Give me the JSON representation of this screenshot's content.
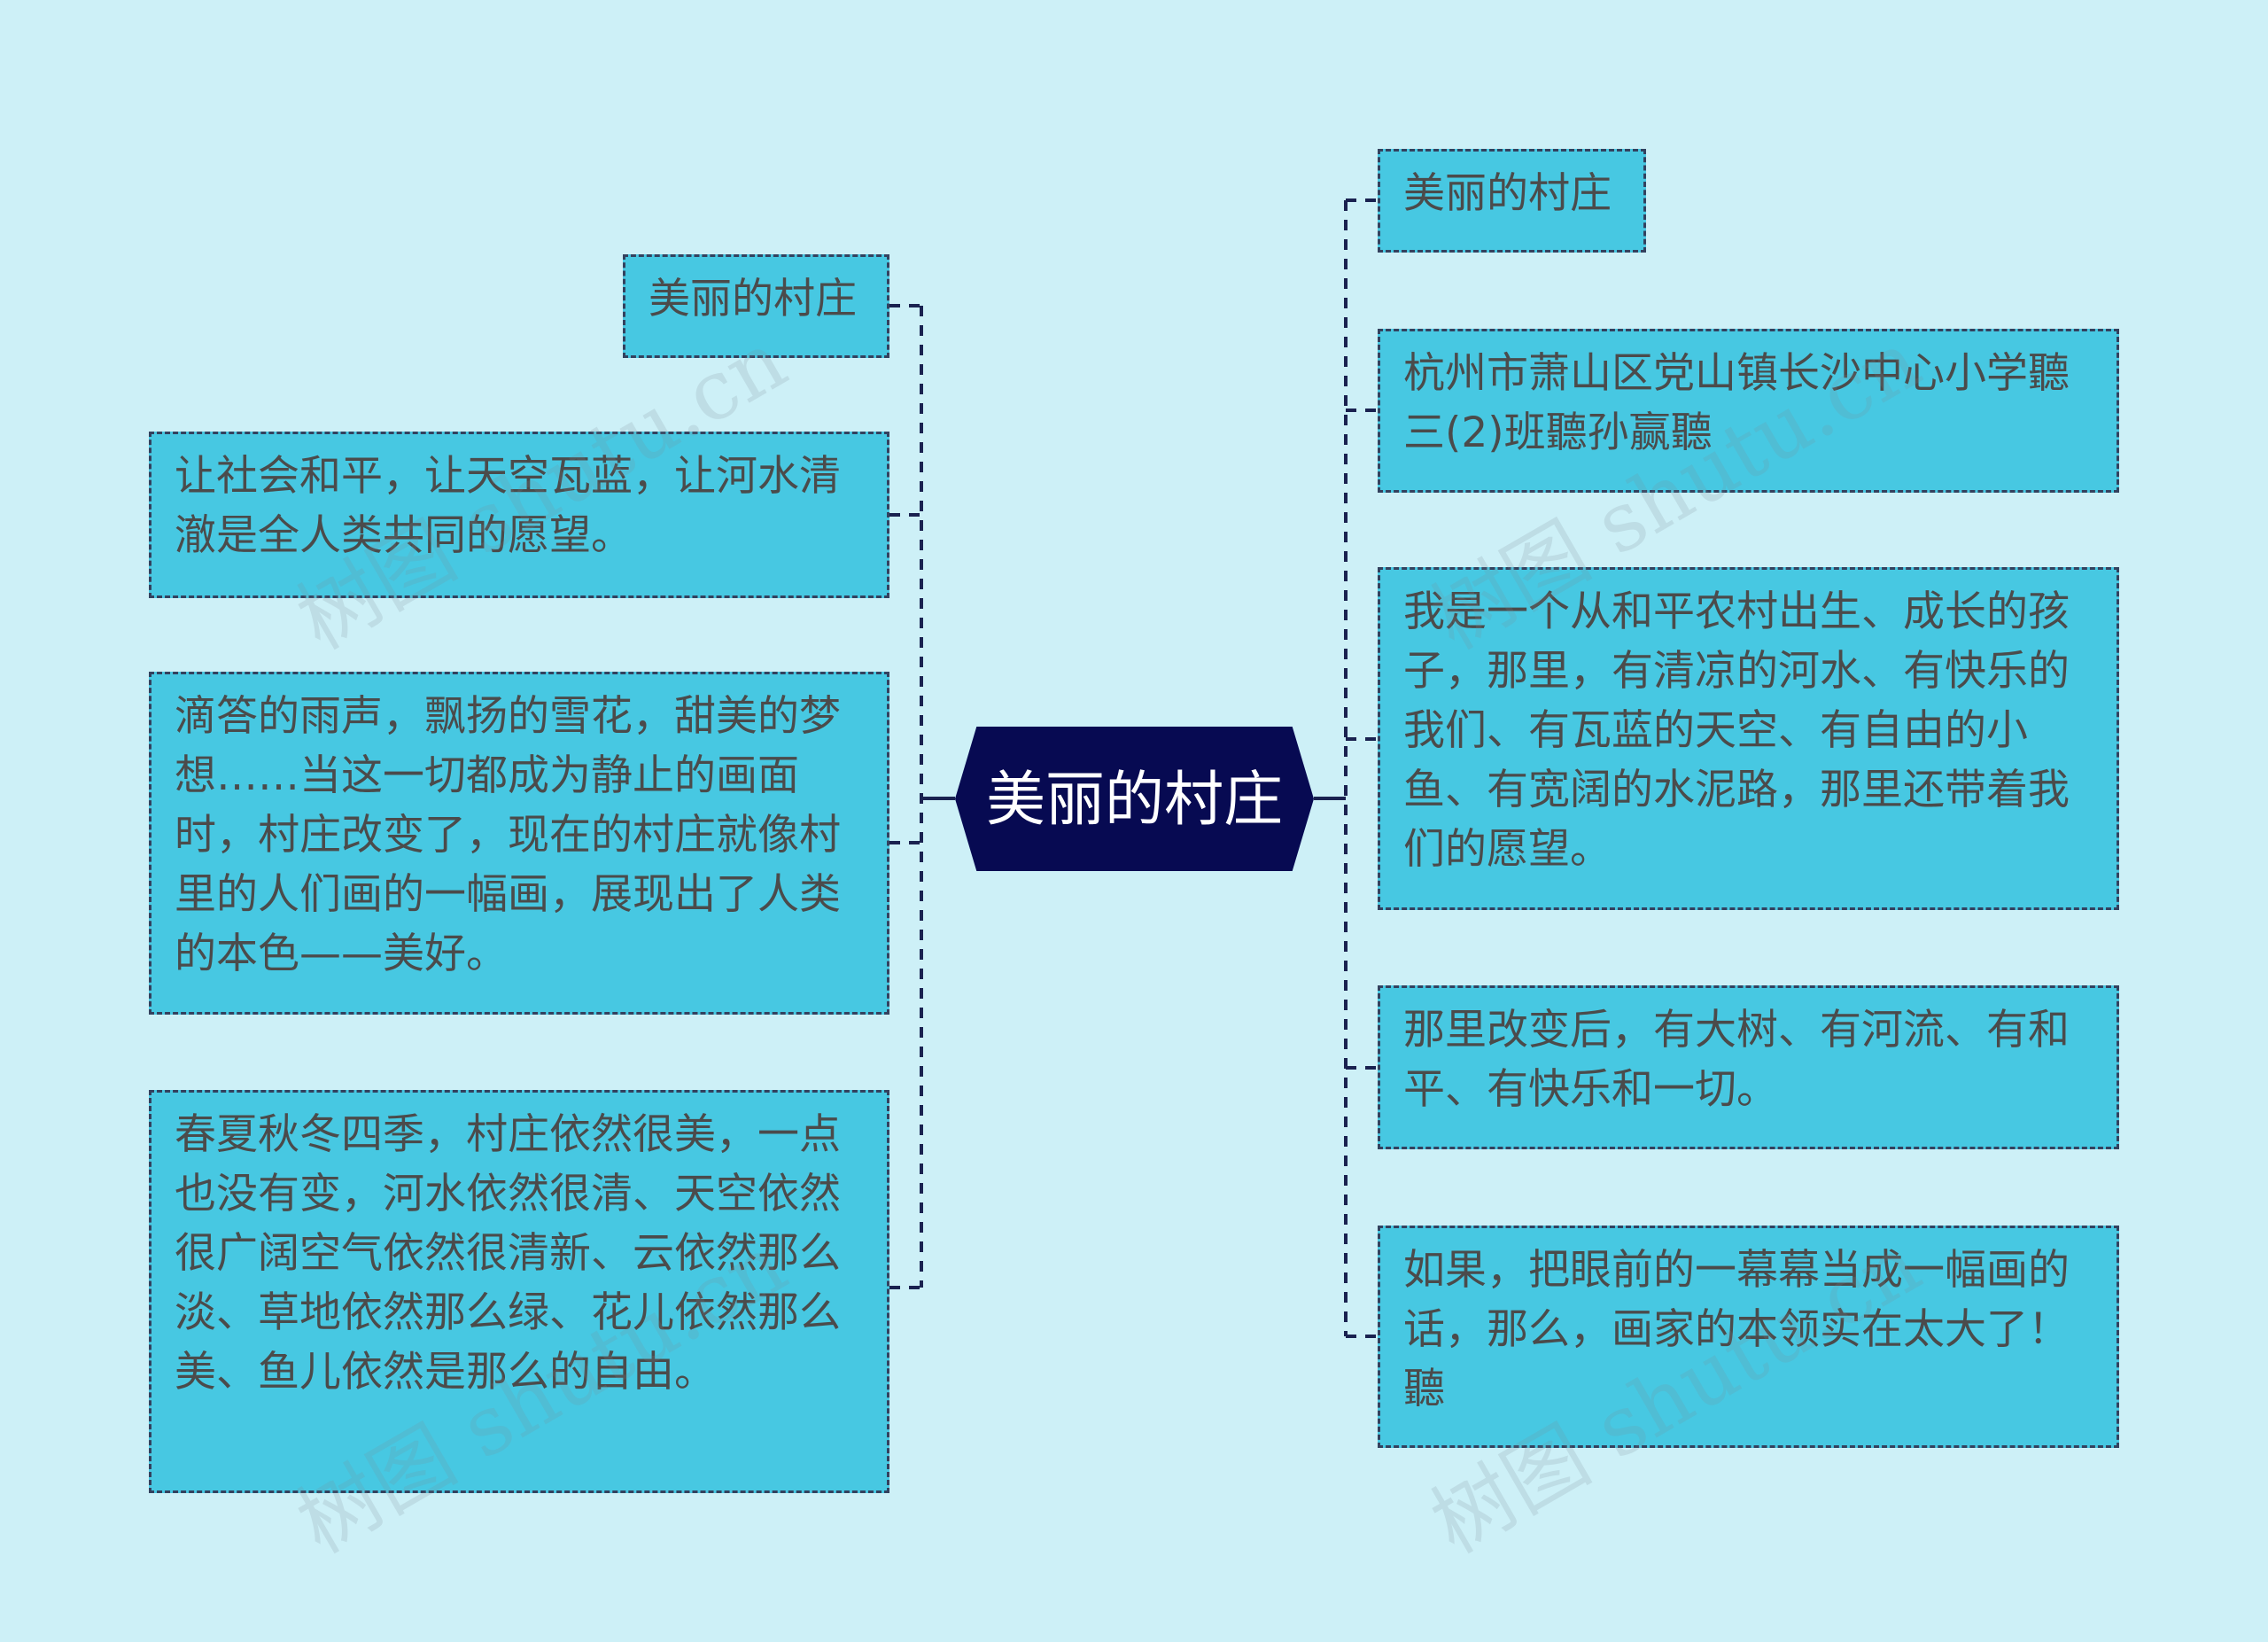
{
  "central": {
    "label": "美丽的村庄"
  },
  "left_nodes": [
    {
      "text": "美丽的村庄"
    },
    {
      "text": "让社会和平，让天空瓦蓝，让河水清澈是全人类共同的愿望。"
    },
    {
      "text": "滴答的雨声，飘扬的雪花，甜美的梦想……当这一切都成为静止的画面时，村庄改变了，现在的村庄就像村里的人们画的一幅画，展现出了人类的本色——美好。"
    },
    {
      "text": "春夏秋冬四季，村庄依然很美，一点也没有变，河水依然很清、天空依然很广阔空气依然很清新、云依然那么淡、草地依然那么绿、花儿依然那么美、鱼儿依然是那么的自由。"
    }
  ],
  "right_nodes": [
    {
      "text": "美丽的村庄"
    },
    {
      "text": "杭州市萧山区党山镇长沙中心小学聽三(2)班聽孙赢聽"
    },
    {
      "text": "我是一个从和平农村出生、成长的孩子，那里，有清凉的河水、有快乐的我们、有瓦蓝的天空、有自由的小鱼、有宽阔的水泥路，那里还带着我们的愿望。"
    },
    {
      "text": "那里改变后，有大树、有河流、有和平、有快乐和一切。"
    },
    {
      "text": "如果，把眼前的一幕幕当成一幅画的话，那么，画家的本领实在太大了！聽"
    }
  ],
  "watermark": {
    "text": "树图 shutu.cn"
  },
  "colors": {
    "background": "#cdf0f7",
    "node_fill": "#47c8e2",
    "node_border": "#33415e",
    "central_fill": "#070a52",
    "connector": "#1a2250"
  }
}
